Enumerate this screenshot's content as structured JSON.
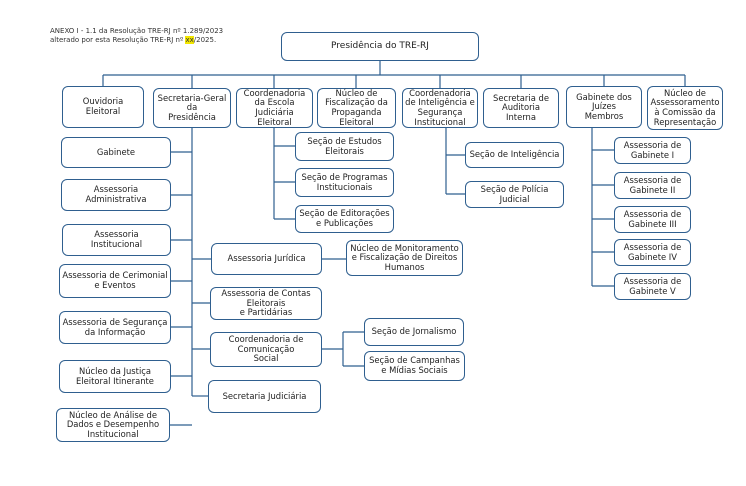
{
  "note": {
    "line1": "ANEXO I - 1.1 da Resolução TRE-RJ nº 1.289/2023",
    "line2_prefix": "alterado por esta Resolução TRE-RJ nº ",
    "line2_highlight": "xx",
    "line2_suffix": "/2025."
  },
  "root": "Presidência do TRE-RJ",
  "level1": [
    "Ouvidoria\nEleitoral",
    "Secretaria-Geral\nda\nPresidência",
    "Coordenadoria\nda Escola\nJudiciária\nEleitoral",
    "Núcleo de\nFiscalização da\nPropaganda\nEleitoral",
    "Coordenadoria\nde Inteligência e\nSegurança\nInstitucional",
    "Secretaria de\nAuditoria\nInterna",
    "Gabinete dos\nJuízes\nMembros",
    "Núcleo de\nAssessoramento\nà Comissão da\nRepresentação"
  ],
  "sgp_left": [
    "Gabinete",
    "Assessoria\nAdministrativa",
    "Assessoria\nInstitucional",
    "Assessoria de Cerimonial\ne Eventos",
    "Assessoria de Segurança\nda Informação",
    "Núcleo da Justiça\nEleitoral Itinerante",
    "Núcleo de Análise de\nDados e Desempenho\nInstitucional"
  ],
  "sgp_right": [
    "Assessoria Jurídica",
    "Assessoria de Contas\nEleitorais\ne Partidárias",
    "Coordenadoria de\nComunicação\nSocial",
    "Secretaria Judiciária"
  ],
  "juridica_child": "Núcleo de Monitoramento\ne Fiscalização de Direitos\nHumanos",
  "comunicacao_children": [
    "Seção de Jornalismo",
    "Seção de Campanhas\ne Mídias Sociais"
  ],
  "escola_children": [
    "Seção de Estudos\nEleitorais",
    "Seção de Programas\nInstitucionais",
    "Seção de Editorações\ne Publicações"
  ],
  "inteligencia_children": [
    "Seção de Inteligência",
    "Seção de Polícia\nJudicial"
  ],
  "gabinete_children": [
    "Assessoria de\nGabinete I",
    "Assessoria de\nGabinete II",
    "Assessoria de\nGabinete III",
    "Assessoria de\nGabinete IV",
    "Assessoria de\nGabinete V"
  ]
}
